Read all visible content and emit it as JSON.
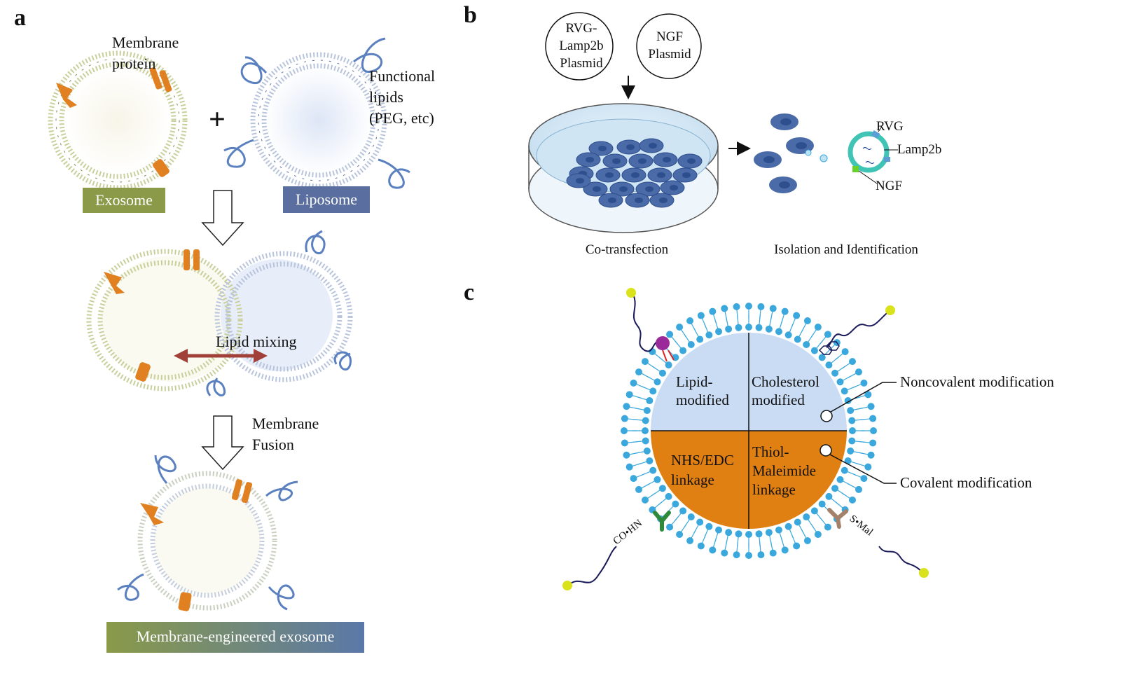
{
  "panels": {
    "a": {
      "letter": "a",
      "membrane_protein": [
        "Membrane",
        "protein"
      ],
      "plus": "+",
      "functional_lipids": [
        "Functional",
        "lipids",
        "(PEG, etc)"
      ],
      "exosome_label": "Exosome",
      "liposome_label": "Liposome",
      "lipid_mixing": "Lipid mixing",
      "membrane_fusion": [
        "Membrane",
        "Fusion"
      ],
      "result_label": "Membrane-engineered exosome"
    },
    "b": {
      "letter": "b",
      "plasmid1": [
        "RVG-",
        "Lamp2b",
        "Plasmid"
      ],
      "plasmid2": [
        "NGF",
        "Plasmid"
      ],
      "rvg": "RVG",
      "lamp2b": "Lamp2b",
      "ngf": "NGF",
      "cotransfection": "Co-transfection",
      "isolation": "Isolation and Identification"
    },
    "c": {
      "letter": "c",
      "q1": [
        "Lipid-",
        "modified"
      ],
      "q2": [
        "Cholesterol",
        "modified"
      ],
      "q3": [
        "NHS/EDC",
        "linkage"
      ],
      "q4": [
        "Thiol-",
        "Maleimide",
        "linkage"
      ],
      "noncovalent": "Noncovalent modification",
      "covalent": "Covalent modification",
      "co_hn": "CO•HN",
      "s_mal": "S•Mal"
    }
  },
  "colors": {
    "exosome_green": "#8a9a48",
    "liposome_blue": "#5a6fa0",
    "protein_orange": "#e08020",
    "arrow_red": "#a04038",
    "cell_blue": "#4a6aa8",
    "lipid_blue": "#3aa8dc",
    "quad_blue": "#c9dcf4",
    "quad_orange": "#e07f12",
    "ball_yellow": "#d9e21a",
    "antibody_green": "#2e8a3a",
    "antibody_brown": "#a4826a"
  }
}
